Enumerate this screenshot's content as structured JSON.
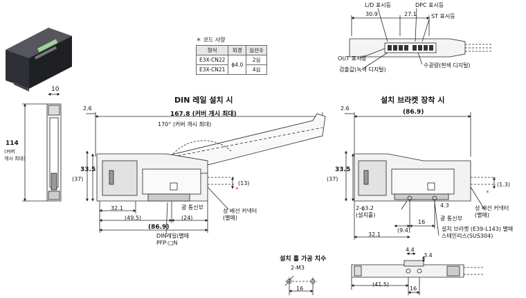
{
  "spec_table": {
    "caption": "＊ 코드 사양",
    "headers": [
      "형식",
      "외경",
      "심선수"
    ],
    "rows": [
      {
        "model": "E3X-CN22",
        "diameter": "ϕ4.0",
        "cores": "2심"
      },
      {
        "model": "E3X-CN21",
        "diameter": "",
        "cores": "4심"
      }
    ]
  },
  "top_view": {
    "labels": {
      "ld": "L/D 표시등",
      "dpc": "DPC 표시등",
      "st": "ST 표시등",
      "out": "OUT 표시등",
      "detect": "검출값(녹색 디지털)",
      "receive": "수광량(흰색 디지털)"
    },
    "dims": {
      "d1": "30.9",
      "d2": "27.1"
    }
  },
  "side_view": {
    "width": "10",
    "height": "114",
    "height_note": "(커버\n개시 최대)"
  },
  "din_view": {
    "title": "DIN 레일 설치 시",
    "dims": {
      "top_left": "2.6",
      "overall": "167.8 (커버 개시 최대)",
      "angle": "170° (커버 개시 최대)",
      "height": "33.5",
      "height_paren": "(37)",
      "right_small": "(13)",
      "b1": "32.1",
      "b2": "(49.5)",
      "b3": "(24)",
      "b4": "(86.9)"
    },
    "labels": {
      "optical": "광 통신부",
      "connector": "성 배선 커넥터\n(별매)",
      "rail": "DIN레일(별매\nPFP-□N"
    }
  },
  "bracket_view": {
    "title": "설치 브라켓 장착 시",
    "dims": {
      "top_left": "2.6",
      "overall": "(86.9)",
      "height": "33.5",
      "height_paren": "(37)",
      "right_small": "(1.3)",
      "hole": "2-ϕ3.2\n(설치홀)",
      "d43": "4.3",
      "d94": "(9.4)",
      "d16": "16",
      "d321": "32.1"
    },
    "labels": {
      "optical": "광 통신부",
      "connector": "성 배선 커넥터\n(별매)",
      "bracket": "설치 브라켓 (E39-L143) 별매\n스테인리스(SUS304)"
    }
  },
  "hole_view": {
    "title": "설치 홀 가공 치수",
    "m3": "2-M3",
    "d16": "16"
  },
  "bottom_bracket": {
    "d44": "4.4",
    "d34": "3.4",
    "d415": "(41.5)",
    "d16": "16"
  }
}
